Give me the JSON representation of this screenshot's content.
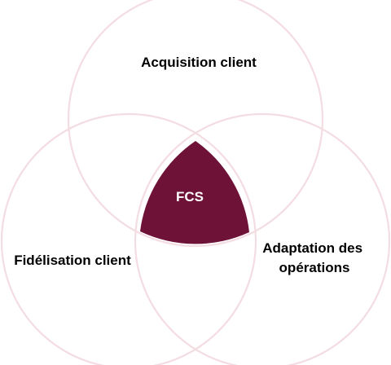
{
  "diagram": {
    "type": "venn",
    "circles": [
      {
        "id": "top",
        "label_lines": [
          "Acquisition client"
        ]
      },
      {
        "id": "left",
        "label_lines": [
          "Fidélisation client"
        ]
      },
      {
        "id": "right",
        "label_lines": [
          "Adaptation des",
          "opérations"
        ]
      }
    ],
    "center": {
      "label": "FCS"
    },
    "colors": {
      "circle_stroke": "#f3dde2",
      "center_fill": "#6e1238",
      "center_text": "#ffffff",
      "label_text": "#000000"
    }
  }
}
